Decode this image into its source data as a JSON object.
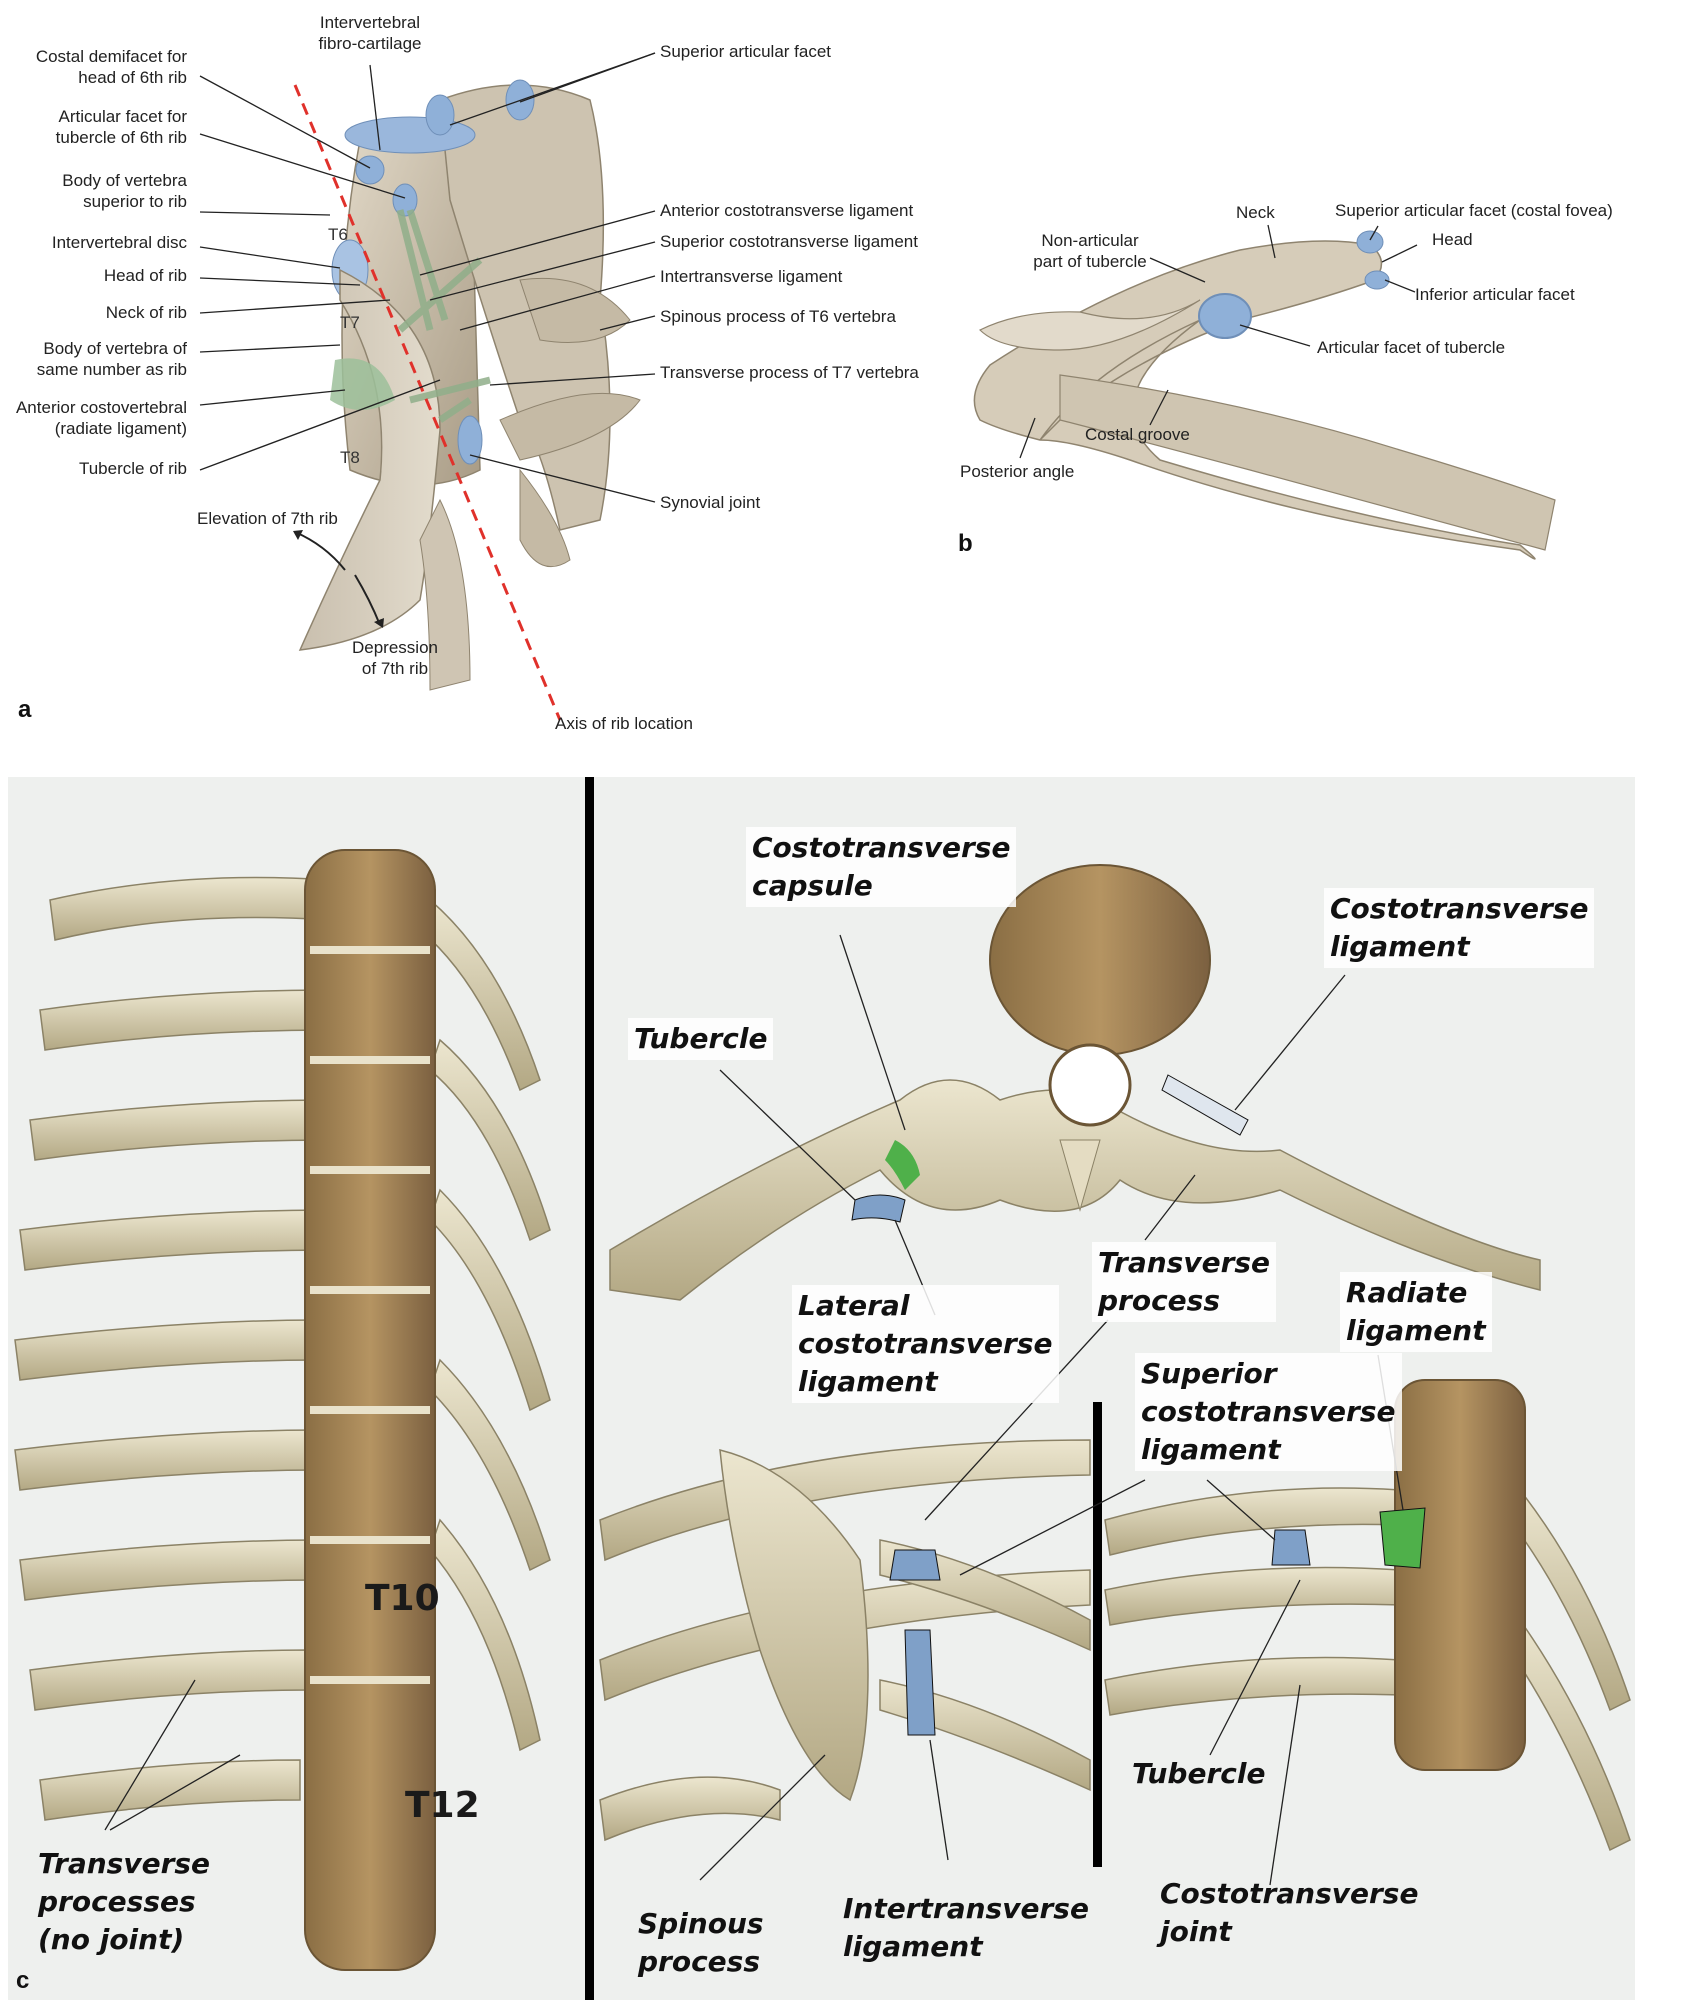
{
  "colors": {
    "bone": "#d6ccb9",
    "bone_dark": "#a89b84",
    "cartilage": "#8fb0d8",
    "ligament": "#9cbf9a",
    "axis": "#e0312b",
    "scan_bg": "#eef0ee",
    "divider": "#000000"
  },
  "panel_a": {
    "letter": "a",
    "labels_left": [
      "Costal demifacet for\nhead of 6th rib",
      "Articular facet for\ntubercle of 6th rib",
      "Body of vertebra\nsuperior to rib",
      "Intervertebral disc",
      "Head of rib",
      "Neck of rib",
      "Body of vertebra of\nsame number as rib",
      "Anterior costovertebral\n(radiate ligament)",
      "Tubercle of rib"
    ],
    "label_top": "Intervertebral\nfibro-cartilage",
    "labels_right": [
      "Superior articular facet",
      "Anterior costotransverse ligament",
      "Superior costotransverse ligament",
      "Intertransverse ligament",
      "Spinous process of T6 vertebra",
      "Transverse process of T7 vertebra",
      "Synovial joint"
    ],
    "vertebrae": [
      "T6",
      "T7",
      "T8"
    ],
    "elevation": "Elevation of 7th rib",
    "depression": "Depression\nof 7th rib",
    "axis": "Axis of rib location"
  },
  "panel_b": {
    "letter": "b",
    "labels": {
      "neck": "Neck",
      "superior_facet": "Superior articular facet (costal fovea)",
      "head": "Head",
      "non_articular": "Non-articular\npart of tubercle",
      "inferior_facet": "Inferior articular facet",
      "tubercle_facet": "Articular facet of tubercle",
      "costal_groove": "Costal groove",
      "posterior_angle": "Posterior angle"
    }
  },
  "panel_c": {
    "letter": "c",
    "vertebra_labels": [
      "T10",
      "T12"
    ],
    "left_label": "Transverse\nprocesses\n(no joint)",
    "top": {
      "capsule": "Costotransverse\ncapsule",
      "ct_ligament": "Costotransverse\nligament",
      "tubercle": "Tubercle",
      "lateral": "Lateral\ncostotransverse\nligament",
      "transverse": "Transverse\nprocess"
    },
    "bottom_mid": {
      "spinous": "Spinous\nprocess",
      "intertransverse": "Intertransverse\nligament"
    },
    "bottom_right": {
      "radiate": "Radiate\nligament",
      "superior_ct": "Superior\ncostotransverse\nligament",
      "tubercle": "Tubercle",
      "ct_joint": "Costotransverse\njoint"
    }
  }
}
